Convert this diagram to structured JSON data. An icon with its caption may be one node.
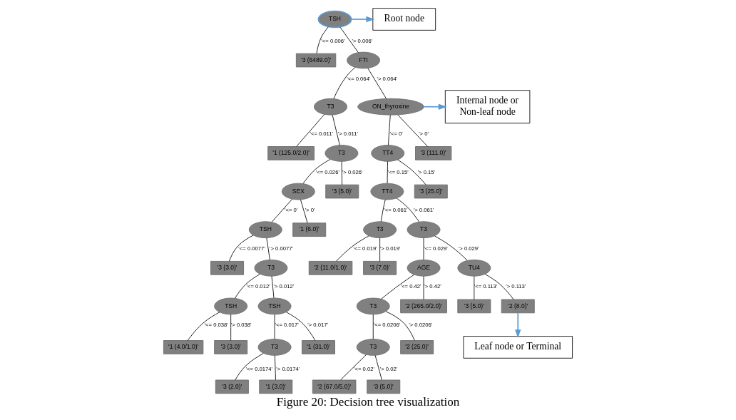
{
  "diagram": {
    "caption": "Figure 20: Decision tree visualization",
    "nodes": [
      {
        "text": [
          "Root node"
        ]
      },
      {
        "text": [
          "TSH"
        ]
      },
      {
        "text": [
          "'3 (6489.0)'"
        ]
      },
      {
        "text": [
          "FTI"
        ]
      },
      {
        "text": [
          "T3"
        ]
      },
      {
        "text": [
          "'1 (125.0/2.0)'"
        ]
      },
      {
        "text": [
          "T3"
        ]
      },
      {
        "text": [
          "SEX"
        ]
      },
      {
        "text": [
          "TSH"
        ]
      },
      {
        "text": [
          "'3 (3.0)'"
        ]
      },
      {
        "text": [
          "T3"
        ]
      },
      {
        "text": [
          "TSH"
        ]
      },
      {
        "text": [
          "'1 (4.0/1.0)'"
        ]
      },
      {
        "text": [
          "'3 (3.0)'"
        ]
      },
      {
        "text": [
          "TSH"
        ]
      },
      {
        "text": [
          "T3"
        ]
      },
      {
        "text": [
          "'3 (2.0)'"
        ]
      },
      {
        "text": [
          "'1 (3.0)'"
        ]
      },
      {
        "text": [
          "'1 (31.0)'"
        ]
      },
      {
        "text": [
          "'1 (6.0)'"
        ]
      },
      {
        "text": [
          "'3 (5.0)'"
        ]
      },
      {
        "text": [
          "ON_thyroxine"
        ]
      },
      {
        "text": [
          "Internal node or",
          "Non-leaf node"
        ]
      },
      {
        "text": [
          "TT4"
        ]
      },
      {
        "text": [
          "TT4"
        ]
      },
      {
        "text": [
          "T3"
        ]
      },
      {
        "text": [
          "'2 (11.0/1.0)'"
        ]
      },
      {
        "text": [
          "'3 (7.0)'"
        ]
      },
      {
        "text": [
          "T3"
        ]
      },
      {
        "text": [
          "AGE"
        ]
      },
      {
        "text": [
          "T3"
        ]
      },
      {
        "text": [
          "T3"
        ]
      },
      {
        "text": [
          "'2 (67.0/5.0)'"
        ]
      },
      {
        "text": [
          "'3 (5.0)'"
        ]
      },
      {
        "text": [
          "'2 (25.0)'"
        ]
      },
      {
        "text": [
          "'2 (265.0/2.0)'"
        ]
      },
      {
        "text": [
          "TU4"
        ]
      },
      {
        "text": [
          "'3 (5.0)'"
        ]
      },
      {
        "text": [
          "'2 (8.0)'"
        ]
      },
      {
        "text": [
          "'3 (25.0)'"
        ]
      },
      {
        "text": [
          "'3 (111.0)'"
        ]
      },
      {
        "text": [
          "Leaf node or Terminal"
        ]
      }
    ],
    "edges": [
      {
        "from": 1,
        "to": 0,
        "arrow": "to",
        "color": "#5b9bd5"
      },
      {
        "from": 1,
        "to": 2,
        "arrow": "none",
        "label": "'<= 0.006'"
      },
      {
        "from": 1,
        "to": 3,
        "arrow": "none",
        "label": "'> 0.006'"
      },
      {
        "from": 3,
        "to": 4,
        "arrow": "none",
        "label": "'<= 0.064'"
      },
      {
        "from": 3,
        "to": 21,
        "arrow": "none",
        "label": "'> 0.064'"
      },
      {
        "from": 4,
        "to": 5,
        "arrow": "none",
        "label": "'<= 0.011'"
      },
      {
        "from": 4,
        "to": 6,
        "arrow": "none",
        "label": "'> 0.011'"
      },
      {
        "from": 6,
        "to": 7,
        "arrow": "none",
        "label": "'<= 0.026'"
      },
      {
        "from": 6,
        "to": 20,
        "arrow": "none",
        "label": "'> 0.026'"
      },
      {
        "from": 7,
        "to": 8,
        "arrow": "none",
        "label": "'<= 0'"
      },
      {
        "from": 7,
        "to": 19,
        "arrow": "none",
        "label": "'> 0'"
      },
      {
        "from": 8,
        "to": 9,
        "arrow": "none",
        "label": "'<= 0.0077'"
      },
      {
        "from": 8,
        "to": 10,
        "arrow": "none",
        "label": "'> 0.0077'"
      },
      {
        "from": 10,
        "to": 11,
        "arrow": "none",
        "label": "'<= 0.012'"
      },
      {
        "from": 10,
        "to": 14,
        "arrow": "none",
        "label": "'> 0.012'"
      },
      {
        "from": 11,
        "to": 12,
        "arrow": "none",
        "label": "'<= 0.038'"
      },
      {
        "from": 11,
        "to": 13,
        "arrow": "none",
        "label": "'> 0.038'"
      },
      {
        "from": 14,
        "to": 15,
        "arrow": "none",
        "label": "'<= 0.017'"
      },
      {
        "from": 14,
        "to": 18,
        "arrow": "none",
        "label": "'> 0.017'"
      },
      {
        "from": 15,
        "to": 16,
        "arrow": "none",
        "label": "'<= 0.0174'"
      },
      {
        "from": 15,
        "to": 17,
        "arrow": "none",
        "label": "'> 0.0174'"
      },
      {
        "from": 21,
        "to": 22,
        "arrow": "to",
        "color": "#5b9bd5"
      },
      {
        "from": 21,
        "to": 23,
        "arrow": "none",
        "label": "'<= 0'"
      },
      {
        "from": 21,
        "to": 40,
        "arrow": "none",
        "label": "'> 0'"
      },
      {
        "from": 23,
        "to": 24,
        "arrow": "none",
        "label": "'<= 0.15'"
      },
      {
        "from": 23,
        "to": 39,
        "arrow": "none",
        "label": "'> 0.15'"
      },
      {
        "from": 24,
        "to": 25,
        "arrow": "none",
        "label": "'<= 0.061'"
      },
      {
        "from": 24,
        "to": 28,
        "arrow": "none",
        "label": "'> 0.061'"
      },
      {
        "from": 25,
        "to": 26,
        "arrow": "none",
        "label": "'<= 0.019'"
      },
      {
        "from": 25,
        "to": 27,
        "arrow": "none",
        "label": "'> 0.019'"
      },
      {
        "from": 28,
        "to": 29,
        "arrow": "none",
        "label": "'<= 0.029'"
      },
      {
        "from": 28,
        "to": 36,
        "arrow": "none",
        "label": "'> 0.029'"
      },
      {
        "from": 29,
        "to": 30,
        "arrow": "none",
        "label": "'<= 0.42'"
      },
      {
        "from": 29,
        "to": 35,
        "arrow": "none",
        "label": "'> 0.42'"
      },
      {
        "from": 30,
        "to": 31,
        "arrow": "none",
        "label": "'<= 0.0206'"
      },
      {
        "from": 30,
        "to": 34,
        "arrow": "none",
        "label": "'> 0.0206'"
      },
      {
        "from": 31,
        "to": 32,
        "arrow": "none",
        "label": "'<= 0.02'"
      },
      {
        "from": 31,
        "to": 33,
        "arrow": "none",
        "label": "'> 0.02'"
      },
      {
        "from": 36,
        "to": 37,
        "arrow": "none",
        "label": "'<= 0.113'"
      },
      {
        "from": 36,
        "to": 38,
        "arrow": "none",
        "label": "'> 0.113'"
      },
      {
        "from": 38,
        "to": 41,
        "arrow": "to",
        "color": "#5b9bd5"
      }
    ]
  }
}
